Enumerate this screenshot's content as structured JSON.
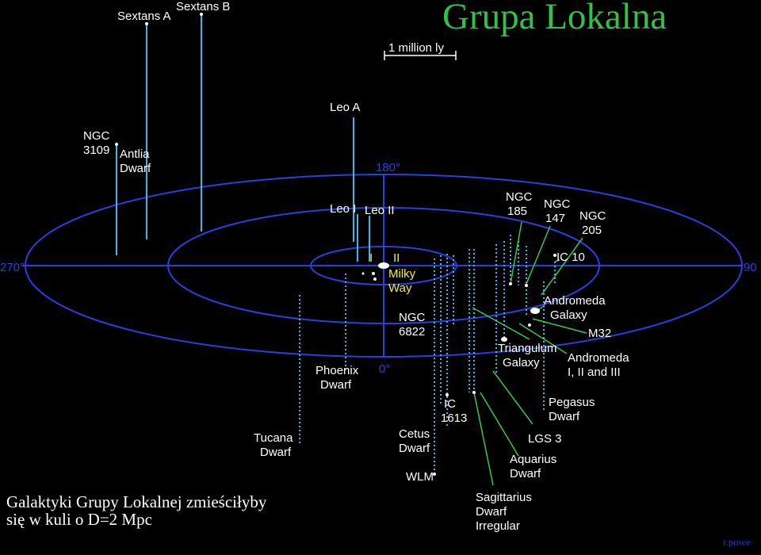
{
  "title": "Grupa Lokalna",
  "caption": [
    "Galaktyki Grupy Lokalnej zmieściłyby",
    "się w kuli o D=2 Mpc"
  ],
  "credit": "r.powe",
  "scale_bar": "1 million ly",
  "angles": {
    "a0": "0°",
    "a90": "90",
    "a180": "180°",
    "a270": "270°"
  },
  "galaxies": {
    "sextans_a": [
      "Sextans A"
    ],
    "sextans_b": [
      "Sextans B"
    ],
    "ngc3109": [
      "NGC",
      "3109"
    ],
    "antlia": [
      "Antlia",
      "Dwarf"
    ],
    "leo_a": [
      "Leo A"
    ],
    "leo_i": [
      "Leo I"
    ],
    "leo_ii": [
      "Leo II"
    ],
    "roman_i": [
      "I"
    ],
    "roman_ii": [
      "II"
    ],
    "milky_way": [
      "Milky",
      "Way"
    ],
    "ngc185": [
      "NGC",
      "185"
    ],
    "ngc147": [
      "NGC",
      "147"
    ],
    "ngc205": [
      "NGC",
      "205"
    ],
    "ic10": [
      "IC 10"
    ],
    "andromeda": [
      "Andromeda",
      "Galaxy"
    ],
    "m32": [
      "M32"
    ],
    "andromeda_dwarfs": [
      "Andromeda",
      "I, II and III"
    ],
    "triangulum": [
      "Triangulum",
      "Galaxy"
    ],
    "ngc6822": [
      "NGC",
      "6822"
    ],
    "phoenix": [
      "Phoenix",
      "Dwarf"
    ],
    "tucana": [
      "Tucana",
      "Dwarf"
    ],
    "ic1613": [
      "IC",
      "1613"
    ],
    "cetus": [
      "Cetus",
      "Dwarf"
    ],
    "wlm": [
      "WLM"
    ],
    "pegasus": [
      "Pegasus",
      "Dwarf"
    ],
    "lgs3": [
      "LGS 3"
    ],
    "aquarius": [
      "Aquarius",
      "Dwarf"
    ],
    "sagittarius": [
      "Sagittarius",
      "Dwarf",
      "Irregular"
    ]
  },
  "colors": {
    "background": "#000000",
    "plane": "#2a3fe0",
    "line_out": "#3fb6e0",
    "line_in": "#35c84a",
    "label": "#ffffff",
    "milky_way": "#f5ee35",
    "title": "#33c04a",
    "credit": "#2233c8"
  }
}
